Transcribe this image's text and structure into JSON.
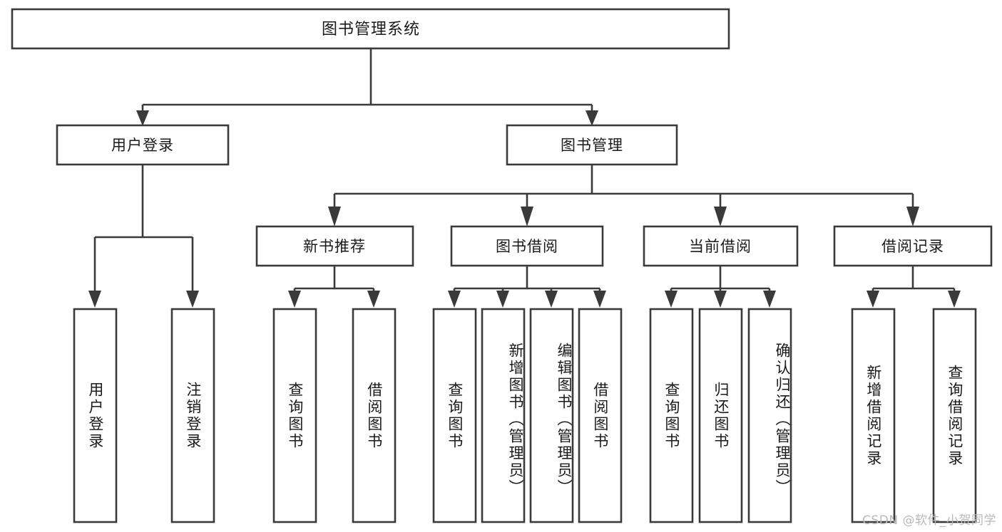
{
  "diagram": {
    "title": "图书管理系统",
    "type": "tree-hierarchy-flowchart",
    "orientation": "top-down",
    "stroke_color": "#3a3a3a",
    "fill_color": "#ffffff",
    "text_color": "#1a1a1a",
    "root": {
      "label": "图书管理系统"
    },
    "level2": [
      {
        "label": "用户登录"
      },
      {
        "label": "图书管理"
      }
    ],
    "level3": [
      {
        "label": "新书推荐"
      },
      {
        "label": "图书借阅"
      },
      {
        "label": "当前借阅"
      },
      {
        "label": "借阅记录"
      }
    ],
    "leaves": {
      "user_login": [
        {
          "label": "用户登录"
        },
        {
          "label": "注销登录"
        }
      ],
      "new_book_recommend": [
        {
          "label": "查询图书"
        },
        {
          "label": "借阅图书"
        }
      ],
      "book_borrow": [
        {
          "label": "查询图书"
        },
        {
          "label": "新增图书（管理员）"
        },
        {
          "label": "编辑图书（管理员）"
        },
        {
          "label": "借阅图书"
        }
      ],
      "current_borrow": [
        {
          "label": "查询图书"
        },
        {
          "label": "归还图书"
        },
        {
          "label": "确认归还（管理员）"
        }
      ],
      "borrow_record": [
        {
          "label": "新增借阅记录"
        },
        {
          "label": "查询借阅记录"
        }
      ]
    }
  },
  "watermark": {
    "text": "CSDN @软件_小贺同学"
  }
}
